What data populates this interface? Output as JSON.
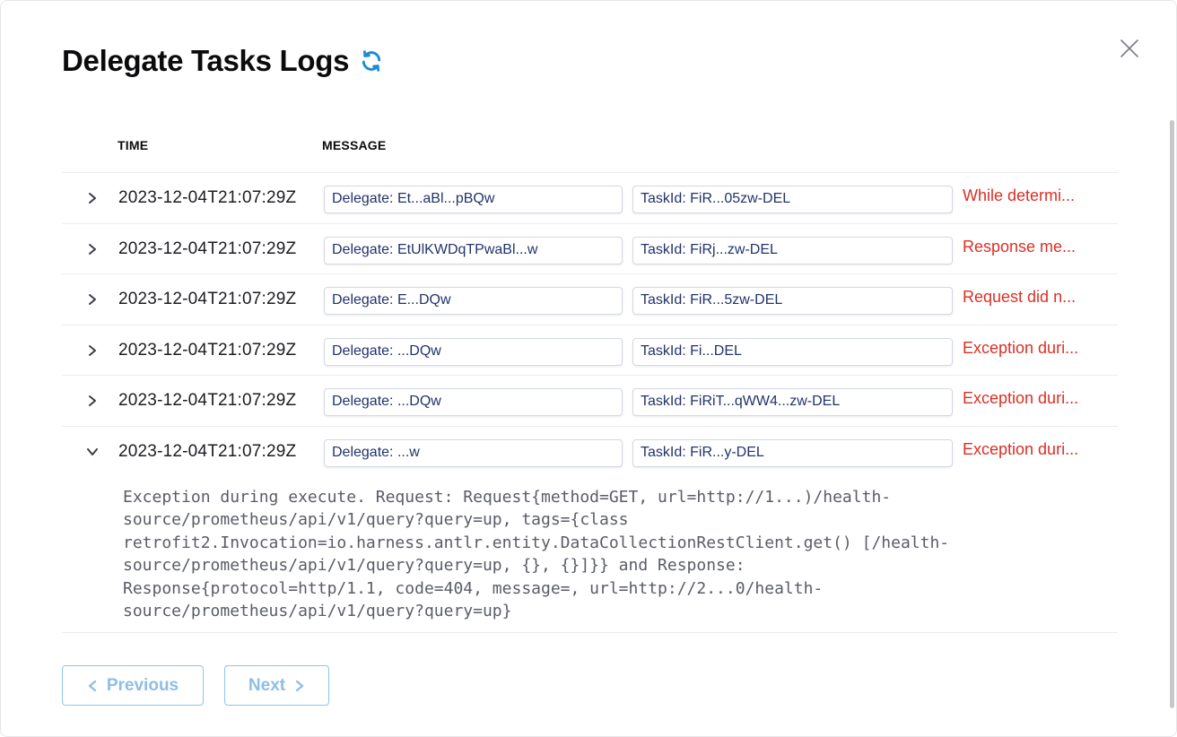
{
  "dialog": {
    "title": "Delegate Tasks Logs",
    "refresh_icon": "refresh-icon",
    "close_icon": "close-icon"
  },
  "table": {
    "columns": [
      "TIME",
      "MESSAGE"
    ],
    "rows": [
      {
        "time": "2023-12-04T21:07:29Z",
        "delegate": "Delegate: Et...aBl...pBQw",
        "task": "TaskId: FiR...05zw-DEL",
        "error": "While determi...",
        "expanded": false
      },
      {
        "time": "2023-12-04T21:07:29Z",
        "delegate": "Delegate: EtUlKWDqTPwaBl...w",
        "task": "TaskId: FiRj...zw-DEL",
        "error": "Response me...",
        "expanded": false
      },
      {
        "time": "2023-12-04T21:07:29Z",
        "delegate": "Delegate: E...DQw",
        "task": "TaskId: FiR...5zw-DEL",
        "error": "Request did n...",
        "expanded": false
      },
      {
        "time": "2023-12-04T21:07:29Z",
        "delegate": "Delegate: ...DQw",
        "task": "TaskId: Fi...DEL",
        "error": "Exception duri...",
        "expanded": false
      },
      {
        "time": "2023-12-04T21:07:29Z",
        "delegate": "Delegate: ...DQw",
        "task": "TaskId: FiRiT...qWW4...zw-DEL",
        "error": "Exception duri...",
        "expanded": false
      },
      {
        "time": "2023-12-04T21:07:29Z",
        "delegate": "Delegate: ...w",
        "task": "TaskId: FiR...y-DEL",
        "error": "Exception duri...",
        "expanded": true,
        "details": "Exception during execute. Request: Request{method=GET, url=http://1...)/health-\nsource/prometheus/api/v1/query?query=up, tags={class\nretrofit2.Invocation=io.harness.antlr.entity.DataCollectionRestClient.get() [/health-\nsource/prometheus/api/v1/query?query=up, {}, {}]}} and Response:\nResponse{protocol=http/1.1, code=404, message=, url=http://2...0/health-\nsource/prometheus/api/v1/query?query=up}"
      }
    ]
  },
  "pagination": {
    "previous_label": "Previous",
    "next_label": "Next"
  },
  "colors": {
    "error": "#d93025",
    "accent": "#1a8bd8",
    "button_border": "#8fc3ee"
  }
}
